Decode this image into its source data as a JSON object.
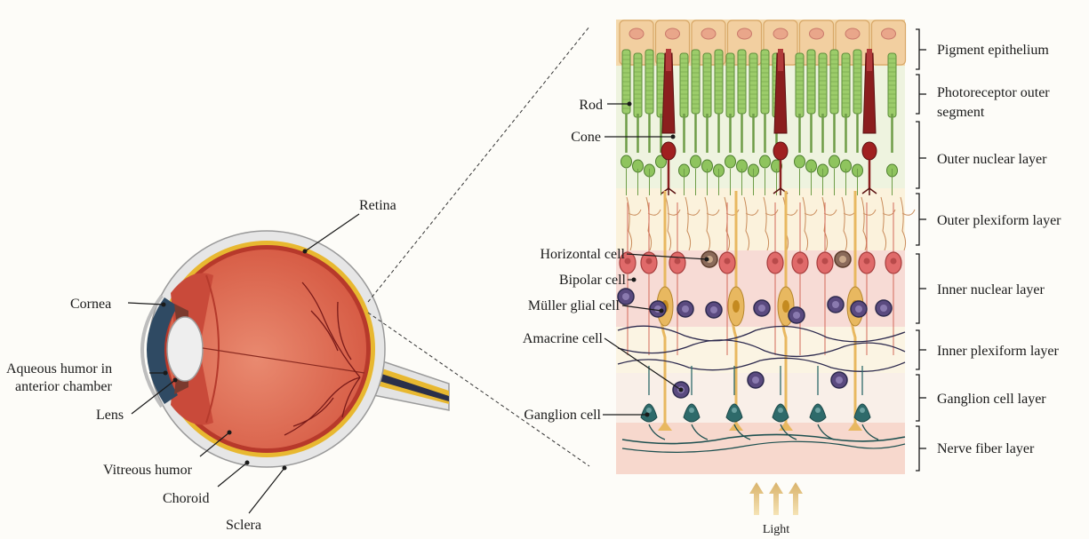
{
  "eye_labels": {
    "retina": "Retina",
    "cornea": "Cornea",
    "aqueous_line1": "Aqueous humor in",
    "aqueous_line2": "anterior chamber",
    "lens": "Lens",
    "vitreous": "Vitreous humor",
    "choroid": "Choroid",
    "sclera": "Sclera"
  },
  "cell_labels": {
    "rod": "Rod",
    "cone": "Cone",
    "horizontal": "Horizontal cell",
    "bipolar": "Bipolar cell",
    "muller": "Müller glial cell",
    "amacrine": "Amacrine cell",
    "ganglion": "Ganglion cell"
  },
  "layer_labels": {
    "pigment": "Pigment epithelium",
    "photoreceptor_line1": "Photoreceptor outer",
    "photoreceptor_line2": "segment",
    "outer_nuclear": "Outer nuclear layer",
    "outer_plexiform": "Outer plexiform layer",
    "inner_nuclear": "Inner nuclear layer",
    "inner_plexiform": "Inner plexiform layer",
    "ganglion_layer": "Ganglion cell layer",
    "nerve_fiber": "Nerve fiber layer"
  },
  "light_label": "Light",
  "colors": {
    "sclera": "#e6e6e6",
    "choroid": "#e8b830",
    "retina": "#b7392b",
    "vitreous": "#dd6e56",
    "cornea": "#2f4a63",
    "pigment": "#f2cfa0",
    "rod": "#9ccc6a",
    "cone": "#8b1e1e",
    "bipolar": "#e06a6a",
    "amacrine": "#5a4a7f",
    "ganglion": "#2e6a6a",
    "muller": "#e8b860"
  }
}
